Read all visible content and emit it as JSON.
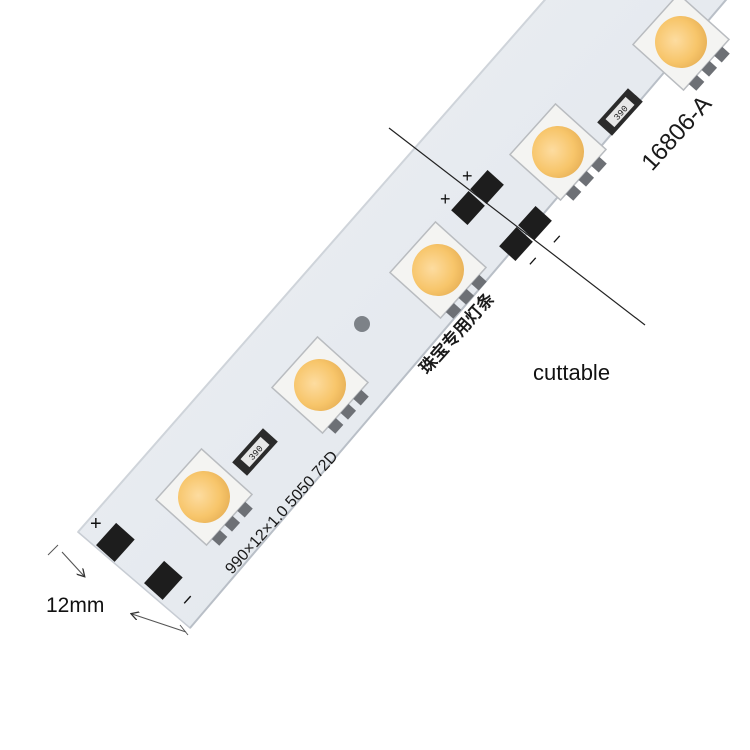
{
  "strip": {
    "model_code": "16806-A",
    "spec_text": "990×12×1.0  5050  72D",
    "chinese_text": "珠宝专用灯条",
    "resistor_code": "390",
    "plus_sign": "+",
    "minus_sign": "−"
  },
  "annotations": {
    "cut_label": "cuttable",
    "width_label": "12mm"
  },
  "colors": {
    "pcb": "#e9edf2",
    "pcb_edge": "#c7ccd3",
    "led_glow": "#f8c66f",
    "led_body": "#f4f4f2",
    "pad": "#1d1d1d",
    "annotation_line": "#222222",
    "background": "#ffffff"
  }
}
